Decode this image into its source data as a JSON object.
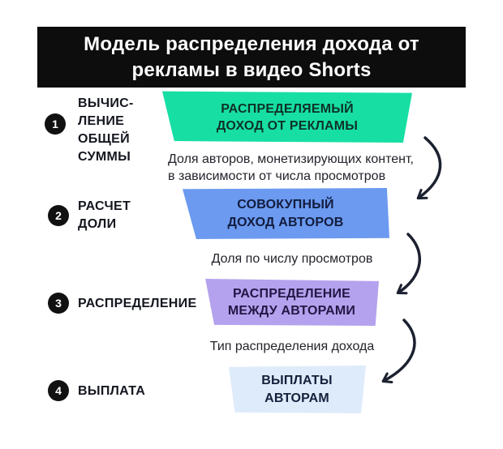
{
  "title": {
    "lines": [
      "Модель распределения дохода от",
      "рекламы в видео Shorts"
    ]
  },
  "steps": [
    {
      "number": "1",
      "lines": [
        "ВЫЧИС-",
        "ЛЕНИЕ",
        "ОБЩЕЙ",
        "СУММЫ"
      ]
    },
    {
      "number": "2",
      "lines": [
        "РАСЧЕТ",
        "ДОЛИ"
      ]
    },
    {
      "number": "3",
      "lines": [
        "РАСПРЕДЕЛЕНИЕ"
      ]
    },
    {
      "number": "4",
      "lines": [
        "ВЫПЛАТА"
      ]
    }
  ],
  "funnel": [
    {
      "lines": [
        "РАСПРЕДЕЛЯЕМЫЙ",
        "ДОХОД ОТ РЕКЛАМЫ"
      ],
      "color": "#17dfa4"
    },
    {
      "lines": [
        "СОВОКУПНЫЙ",
        "ДОХОД АВТОРОВ"
      ],
      "color": "#6b9af0"
    },
    {
      "lines": [
        "РАСПРЕДЕЛЕНИЕ",
        "МЕЖДУ АВТОРАМИ"
      ],
      "color": "#b5a2ee"
    },
    {
      "lines": [
        "ВЫПЛАТЫ",
        "АВТОРАМ"
      ],
      "color": "#deebfa"
    }
  ],
  "annotations": [
    {
      "lines": [
        "Доля авторов, монетизирующих контент,",
        "в зависимости от числа просмотров"
      ]
    },
    {
      "lines": [
        "Доля по числу просмотров"
      ]
    },
    {
      "lines": [
        "Тип распределения дохода"
      ]
    }
  ],
  "colors": {
    "background": "#ffffff",
    "title_bg": "#0d0d0d",
    "title_text": "#ffffff",
    "step_circle": "#111111",
    "arrow": "#1c2130"
  }
}
